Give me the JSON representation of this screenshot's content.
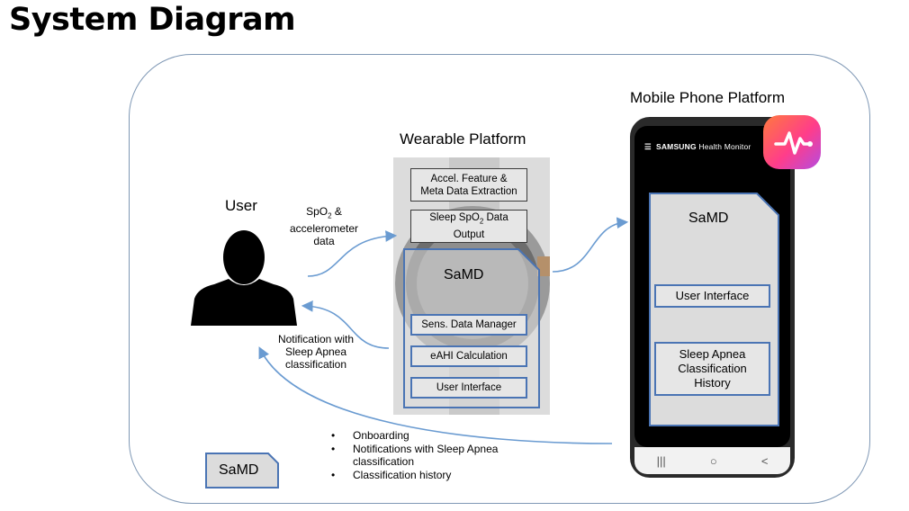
{
  "title": "System Diagram",
  "user": {
    "label": "User"
  },
  "arrows": {
    "top_label": {
      "sp_prefix": "SpO",
      "sp_sub": "2",
      "sp_suffix": " &",
      "line2": "accelerometer",
      "line3": "data"
    },
    "bottom_label": {
      "line1": "Notification with",
      "line2": "Sleep Apnea",
      "line3": "classification"
    }
  },
  "wearable": {
    "label": "Wearable Platform",
    "box1_line1": "Accel. Feature &",
    "box1_line2": "Meta Data Extraction",
    "box2_prefix": "Sleep SpO",
    "box2_sub": "2",
    "box2_suffix": " Data",
    "box2_line2": "Output",
    "samd_label": "SaMD",
    "samd_items": [
      "Sens. Data Manager",
      "eAHI Calculation",
      "User Interface"
    ]
  },
  "mobile": {
    "label": "Mobile Phone Platform",
    "app_brand": "SAMSUNG",
    "app_name": "Health Monitor",
    "samd_label": "SaMD",
    "item1": "User Interface",
    "item2_line1": "Sleep Apnea",
    "item2_line2": "Classification",
    "item2_line3": "History",
    "nav": [
      "|||",
      "○",
      "<"
    ]
  },
  "bullets": [
    [
      "Onboarding"
    ],
    [
      "Notifications with Sleep Apnea",
      "classification"
    ],
    [
      "Classification history"
    ]
  ],
  "legend": {
    "label": "SaMD"
  },
  "colors": {
    "arrow": "#6a9bd1",
    "samd_border": "#4a74b4",
    "outline": "#7f98b5"
  }
}
